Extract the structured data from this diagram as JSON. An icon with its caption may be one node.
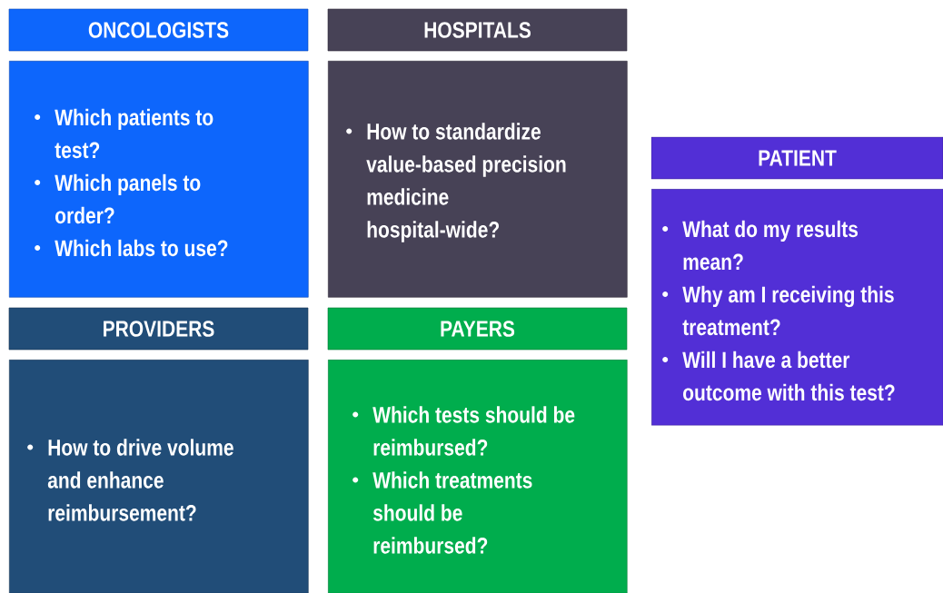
{
  "diagram": {
    "nodes": [
      {
        "text": [
          "ONCOLOGISTS"
        ]
      },
      {
        "text": [
          "Which patients to test?",
          "Which panels to order?",
          "Which labs to use?"
        ]
      },
      {
        "text": [
          "HOSPITALS"
        ]
      },
      {
        "text": [
          "How to standardize value-based precision medicine hospital-wide?"
        ]
      },
      {
        "text": [
          "PATIENT"
        ]
      },
      {
        "text": [
          "What do my results mean?",
          "Why am I receiving this treatment?",
          "Will I have a better outcome with this test?"
        ]
      },
      {
        "text": [
          "PROVIDERS"
        ]
      },
      {
        "text": [
          "How to drive volume and enhance reimbursement?"
        ]
      },
      {
        "text": [
          "PAYERS"
        ]
      },
      {
        "text": [
          "Which tests should be reimbursed?",
          "Which treatments should be reimbursed?"
        ]
      }
    ]
  }
}
